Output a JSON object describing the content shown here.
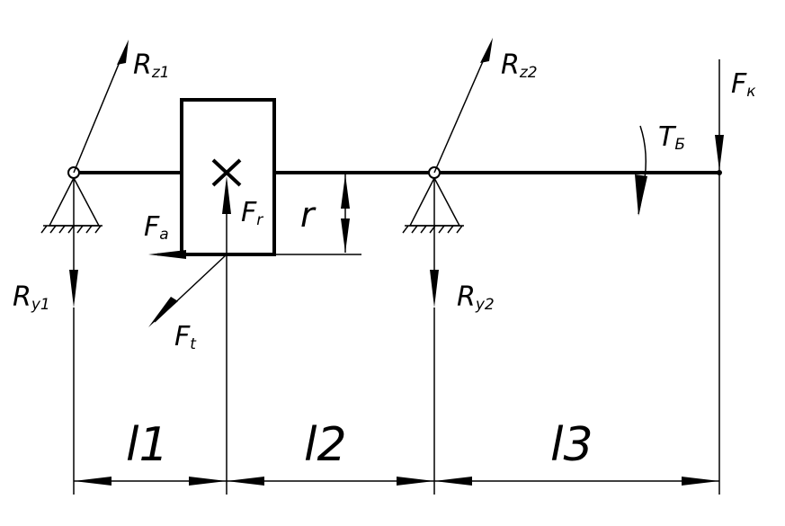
{
  "labels": {
    "rz1": {
      "main": "R",
      "sub": "z1"
    },
    "rz2": {
      "main": "R",
      "sub": "z2"
    },
    "ry1": {
      "main": "R",
      "sub": "y1"
    },
    "ry2": {
      "main": "R",
      "sub": "y2"
    },
    "fa": {
      "main": "F",
      "sub": "a"
    },
    "fr": {
      "main": "F",
      "sub": "r"
    },
    "ft": {
      "main": "F",
      "sub": "t"
    },
    "fk": {
      "main": "F",
      "sub": "к"
    },
    "tb": {
      "main": "T",
      "sub": "Б"
    },
    "radius": "r"
  },
  "dimensions": {
    "l1": "l1",
    "l2": "l2",
    "l3": "l3"
  },
  "colors": {
    "ink": "#000000",
    "background": "#ffffff"
  }
}
